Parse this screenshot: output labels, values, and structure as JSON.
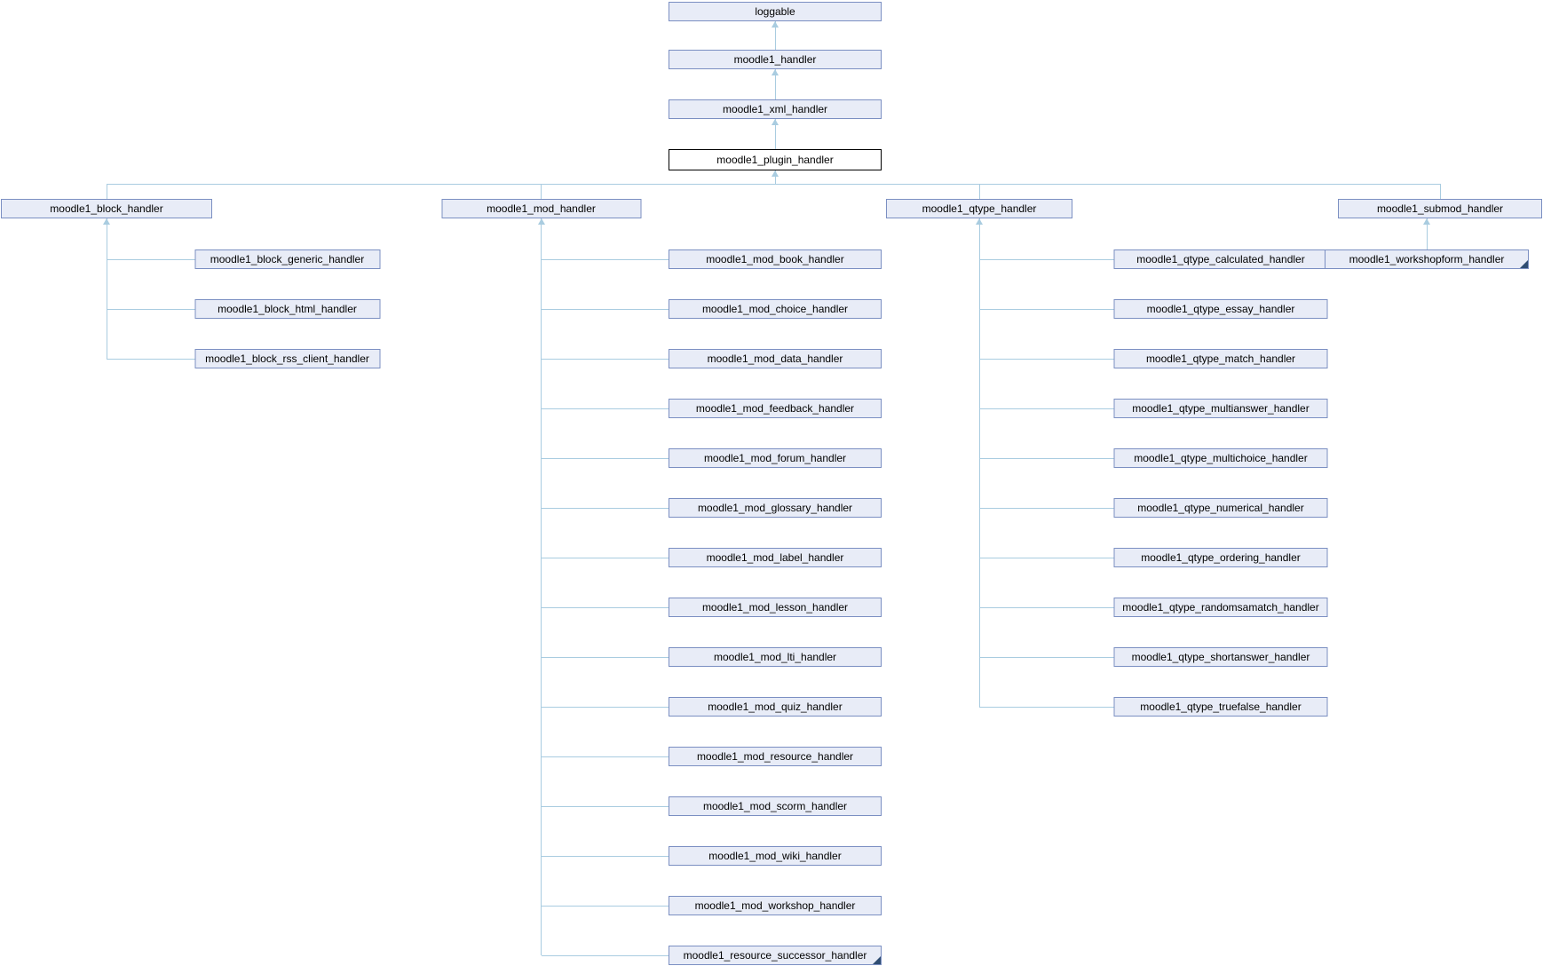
{
  "diagram": {
    "type": "inheritance-graph",
    "ancestors": [
      "loggable",
      "moodle1_handler",
      "moodle1_xml_handler"
    ],
    "current_class": "moodle1_plugin_handler",
    "subtrees": [
      {
        "parent": "moodle1_block_handler",
        "children": [
          "moodle1_block_generic_handler",
          "moodle1_block_html_handler",
          "moodle1_block_rss_client_handler"
        ]
      },
      {
        "parent": "moodle1_mod_handler",
        "children": [
          "moodle1_mod_book_handler",
          "moodle1_mod_choice_handler",
          "moodle1_mod_data_handler",
          "moodle1_mod_feedback_handler",
          "moodle1_mod_forum_handler",
          "moodle1_mod_glossary_handler",
          "moodle1_mod_label_handler",
          "moodle1_mod_lesson_handler",
          "moodle1_mod_lti_handler",
          "moodle1_mod_quiz_handler",
          "moodle1_mod_resource_handler",
          "moodle1_mod_scorm_handler",
          "moodle1_mod_wiki_handler",
          "moodle1_mod_workshop_handler",
          "moodle1_resource_successor_handler"
        ]
      },
      {
        "parent": "moodle1_qtype_handler",
        "children": [
          "moodle1_qtype_calculated_handler",
          "moodle1_qtype_essay_handler",
          "moodle1_qtype_match_handler",
          "moodle1_qtype_multianswer_handler",
          "moodle1_qtype_multichoice_handler",
          "moodle1_qtype_numerical_handler",
          "moodle1_qtype_ordering_handler",
          "moodle1_qtype_randomsamatch_handler",
          "moodle1_qtype_shortanswer_handler",
          "moodle1_qtype_truefalse_handler"
        ]
      },
      {
        "parent": "moodle1_submod_handler",
        "children": [
          "moodle1_workshopform_handler"
        ]
      }
    ],
    "truncated_nodes": [
      "moodle1_workshopform_handler",
      "moodle1_resource_successor_handler"
    ],
    "colors": {
      "node_fill": "#e8ecf7",
      "node_border": "#7b8fc2",
      "current_fill": "#ffffff",
      "current_border": "#000000",
      "edge": "#a9cce0",
      "fold": "#2f4d72",
      "text": "#000000"
    }
  }
}
